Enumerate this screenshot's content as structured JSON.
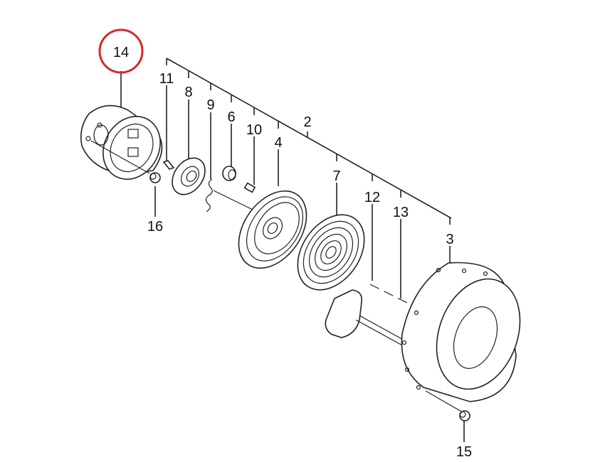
{
  "diagram": {
    "title": "Recoil starter exploded parts diagram",
    "highlight_color": "#d42a2a",
    "highlighted_part": "14",
    "callouts": [
      {
        "id": "c14",
        "label": "14"
      },
      {
        "id": "c11",
        "label": "11"
      },
      {
        "id": "c8",
        "label": "8"
      },
      {
        "id": "c9",
        "label": "9"
      },
      {
        "id": "c6",
        "label": "6"
      },
      {
        "id": "c10",
        "label": "10"
      },
      {
        "id": "c2",
        "label": "2"
      },
      {
        "id": "c4",
        "label": "4"
      },
      {
        "id": "c7",
        "label": "7"
      },
      {
        "id": "c12",
        "label": "12"
      },
      {
        "id": "c13",
        "label": "13"
      },
      {
        "id": "c3",
        "label": "3"
      },
      {
        "id": "c16",
        "label": "16"
      },
      {
        "id": "c15",
        "label": "15"
      }
    ]
  }
}
